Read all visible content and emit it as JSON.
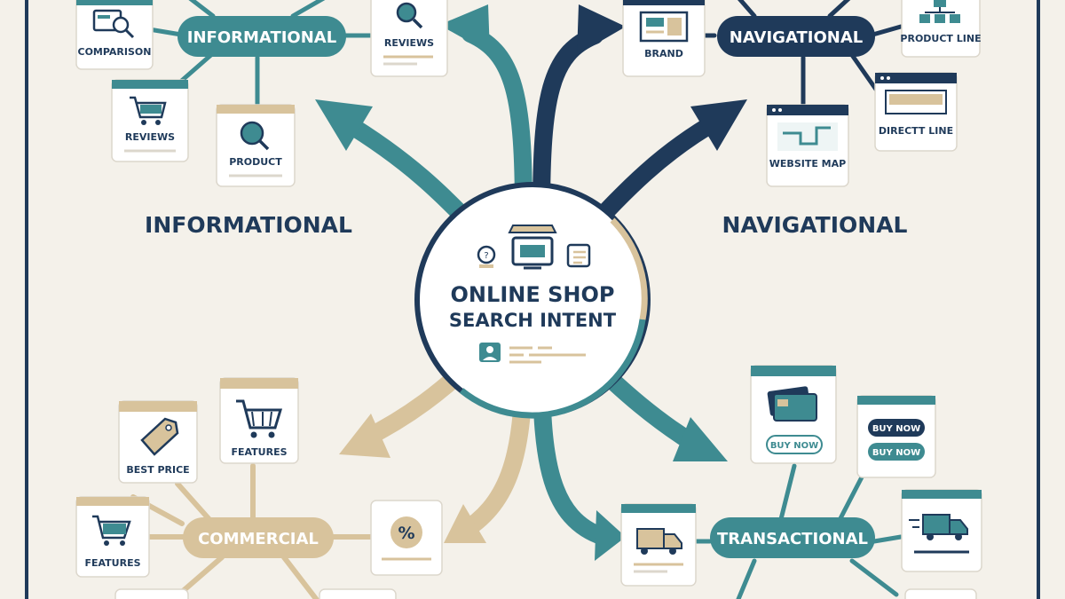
{
  "hub": {
    "line1": "ONLINE SHOP",
    "line2": "SEARCH INTENT"
  },
  "colors": {
    "teal": "#3e8b91",
    "navy": "#1f3a5a",
    "tan": "#d8c39c",
    "background": "#f4f1ea",
    "card": "#ffffff"
  },
  "sections": {
    "informational": {
      "title": "INFORMATIONAL",
      "pill": "INFORMATIONAL",
      "cards": [
        {
          "label": "COMPARISON",
          "icon": "comparison-search-icon"
        },
        {
          "label": "REVIEWS",
          "icon": "magnifier-icon"
        },
        {
          "label": "REVIEWS",
          "icon": "shopping-cart-icon"
        },
        {
          "label": "PRODUCT",
          "icon": "magnifier-icon"
        }
      ]
    },
    "navigational": {
      "title": "NAVIGATIONAL",
      "pill": "NAVIGATIONAL",
      "cards": [
        {
          "label": "BRAND",
          "icon": "storefront-icon"
        },
        {
          "label": "PRODUCT LINE",
          "icon": "sitemap-icon"
        },
        {
          "label": "DIRECTT LINE",
          "icon": "browser-window-icon"
        },
        {
          "label": "WEBSITE MAP",
          "icon": "website-map-icon"
        }
      ]
    },
    "commercial": {
      "pill": "COMMERCIAL",
      "cards": [
        {
          "label": "BEST PRICE",
          "icon": "price-tag-icon"
        },
        {
          "label": "FEATURES",
          "icon": "shopping-cart-icon"
        },
        {
          "label": "FEATURES",
          "icon": "shopping-cart-icon"
        },
        {
          "label": "",
          "icon": "percent-badge-icon"
        }
      ]
    },
    "transactional": {
      "pill": "TRANSACTIONAL",
      "cards": [
        {
          "label": "BUY NOW",
          "icon": "credit-card-icon"
        },
        {
          "label": "BUY NOW",
          "icon": "buy-now-button-icon"
        },
        {
          "label": "BUY NOW",
          "icon": "buy-now-button-icon"
        },
        {
          "label": "",
          "icon": "delivery-truck-icon"
        },
        {
          "label": "",
          "icon": "delivery-truck-icon"
        }
      ]
    }
  }
}
